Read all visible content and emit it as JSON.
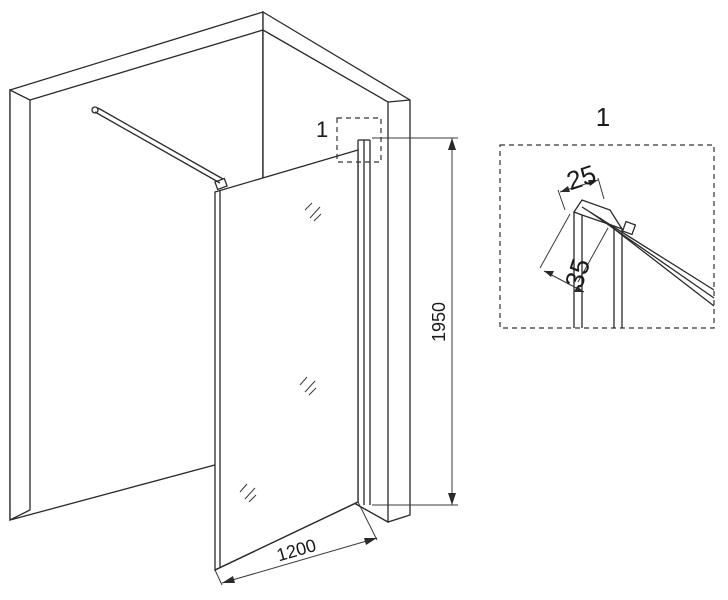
{
  "diagram": {
    "dimensions": {
      "height": "1950",
      "width": "1200"
    },
    "callout_label": "1",
    "detail": {
      "label": "1",
      "dim_profile_width": "25",
      "dim_profile_depth": "35"
    }
  }
}
